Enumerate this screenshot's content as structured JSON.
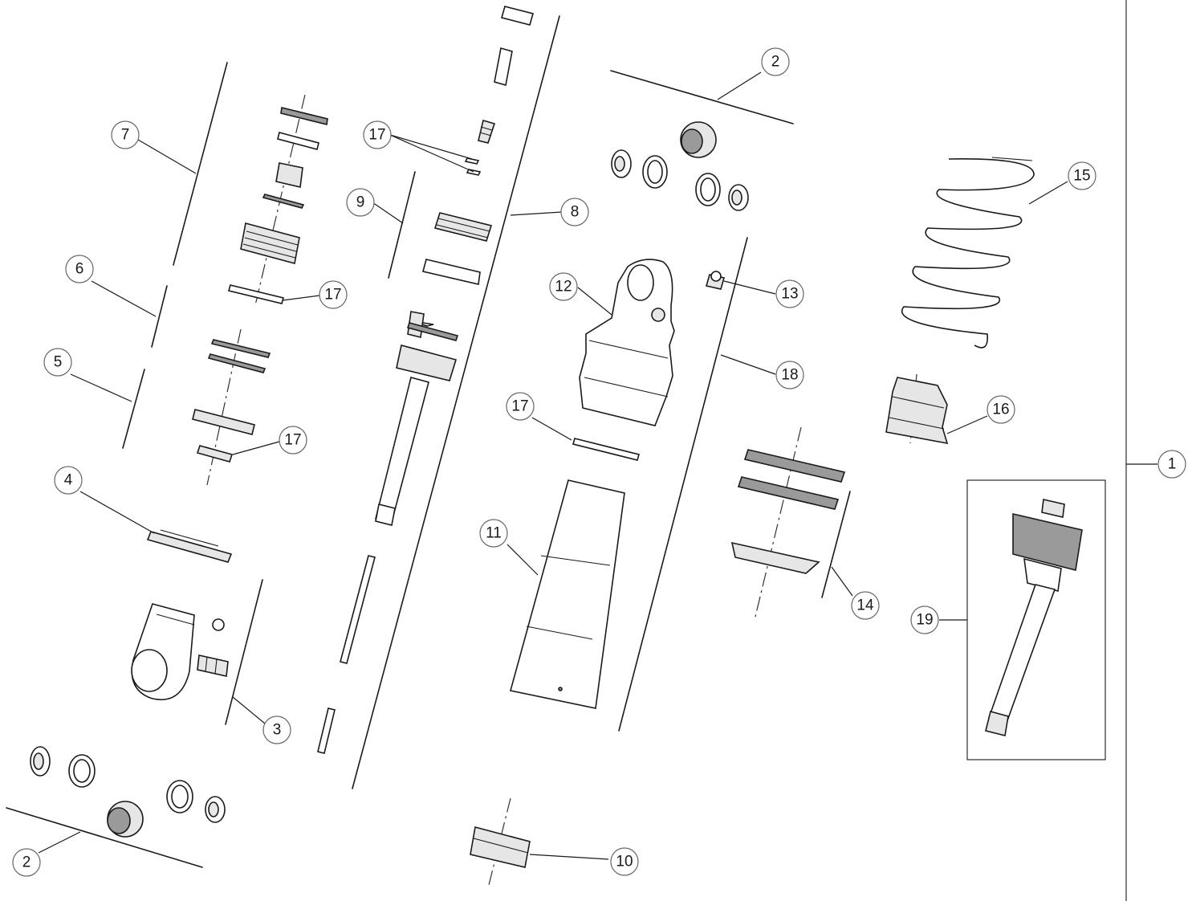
{
  "callouts": {
    "c1": "1",
    "c2a": "2",
    "c2b": "2",
    "c3": "3",
    "c4": "4",
    "c5": "5",
    "c6": "6",
    "c7": "7",
    "c8": "8",
    "c9": "9",
    "c10": "10",
    "c11": "11",
    "c12": "12",
    "c13": "13",
    "c14": "14",
    "c15": "15",
    "c16": "16",
    "c17a": "17",
    "c17b": "17",
    "c17c": "17",
    "c17d": "17",
    "c18": "18",
    "c19": "19"
  }
}
